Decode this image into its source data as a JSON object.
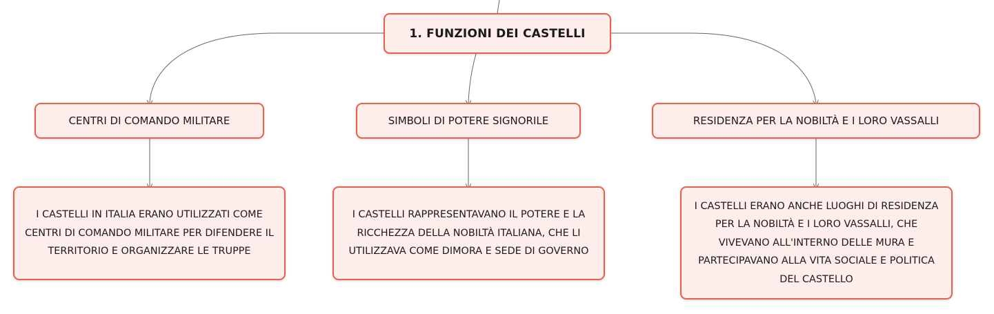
{
  "colors": {
    "node_border": "#e8614c",
    "node_fill": "#fdeeec",
    "connector": "#666666"
  },
  "root": {
    "label": "1. FUNZIONI DEI CASTELLI"
  },
  "branches": [
    {
      "label": "CENTRI DI COMANDO MILITARE",
      "detail": "I CASTELLI IN ITALIA ERANO UTILIZZATI COME CENTRI DI COMANDO MILITARE PER DIFENDERE IL TERRITORIO E ORGANIZZARE LE TRUPPE"
    },
    {
      "label": "SIMBOLI DI POTERE SIGNORILE",
      "detail": "I CASTELLI RAPPRESENTAVANO IL POTERE E LA RICCHEZZA DELLA NOBILTÀ ITALIANA, CHE LI UTILIZZAVA COME DIMORA E SEDE DI GOVERNO"
    },
    {
      "label": "RESIDENZA PER LA NOBILTÀ E I LORO VASSALLI",
      "detail": "I CASTELLI ERANO ANCHE LUOGHI DI RESIDENZA PER LA NOBILTÀ E I LORO VASSALLI, CHE VIVEVANO ALL'INTERNO DELLE MURA E PARTECIPAVANO ALLA VITA SOCIALE E POLITICA DEL CASTELLO"
    }
  ]
}
